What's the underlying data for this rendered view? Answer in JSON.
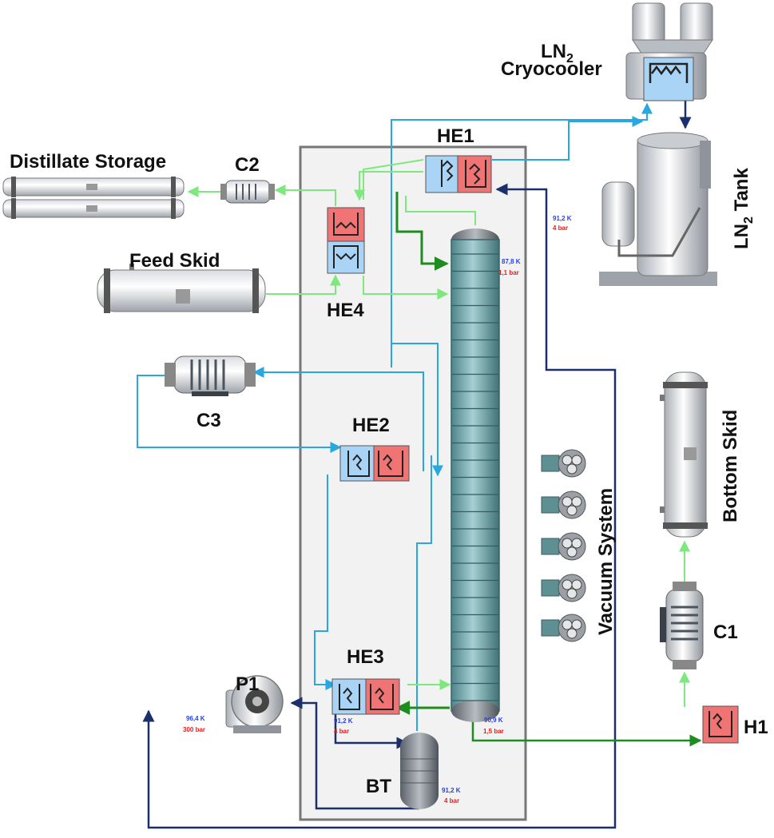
{
  "labels": {
    "ln2_cryocooler_line1": "LN",
    "ln2_cryocooler_sub": "2",
    "ln2_cryocooler_line2": "Cryocooler",
    "ln2_tank_main": "LN",
    "ln2_tank_sub": "2",
    "ln2_tank_rest": " Tank",
    "distillate_storage": "Distillate Storage",
    "feed_skid": "Feed Skid",
    "bottom_skid": "Bottom Skid",
    "vacuum_system": "Vacuum System",
    "he1": "HE1",
    "he2": "HE2",
    "he3": "HE3",
    "he4": "HE4",
    "c1": "C1",
    "c2": "C2",
    "c3": "C3",
    "h1": "H1",
    "p1": "P1",
    "bt": "BT"
  },
  "annotations": {
    "ln2_line": {
      "temp": "91,2 K",
      "pressure": "4 bar"
    },
    "column_top": {
      "temp": "87,8 K",
      "pressure": "1,1 bar"
    },
    "column_bottom": {
      "temp": "90,9 K",
      "pressure": "1,5 bar"
    },
    "he3_out": {
      "temp": "91,2 K",
      "pressure": "4 bar"
    },
    "p1_out": {
      "temp": "96,4 K",
      "pressure": "300 bar"
    },
    "bt": {
      "temp": "91,2 K",
      "pressure": "4 bar"
    }
  },
  "colors": {
    "light_blue_line": "#29a8e0",
    "light_green_line": "#7ee87e",
    "dark_green_line": "#1e8c1e",
    "dark_navy_line": "#1b2f6b",
    "cold_exchanger": "#a9d4f5",
    "hot_exchanger": "#f07474",
    "column": "#6fa3a8",
    "enclosure_fill": "#f2f2f2",
    "enclosure_border": "#777777",
    "temp_text": "#2a3fe0",
    "pressure_text": "#e02020"
  },
  "icons": [
    "compressor-icon",
    "pump-icon",
    "heat-exchanger-icon",
    "vacuum-pump-icon",
    "tank-icon",
    "cryocooler-icon"
  ]
}
